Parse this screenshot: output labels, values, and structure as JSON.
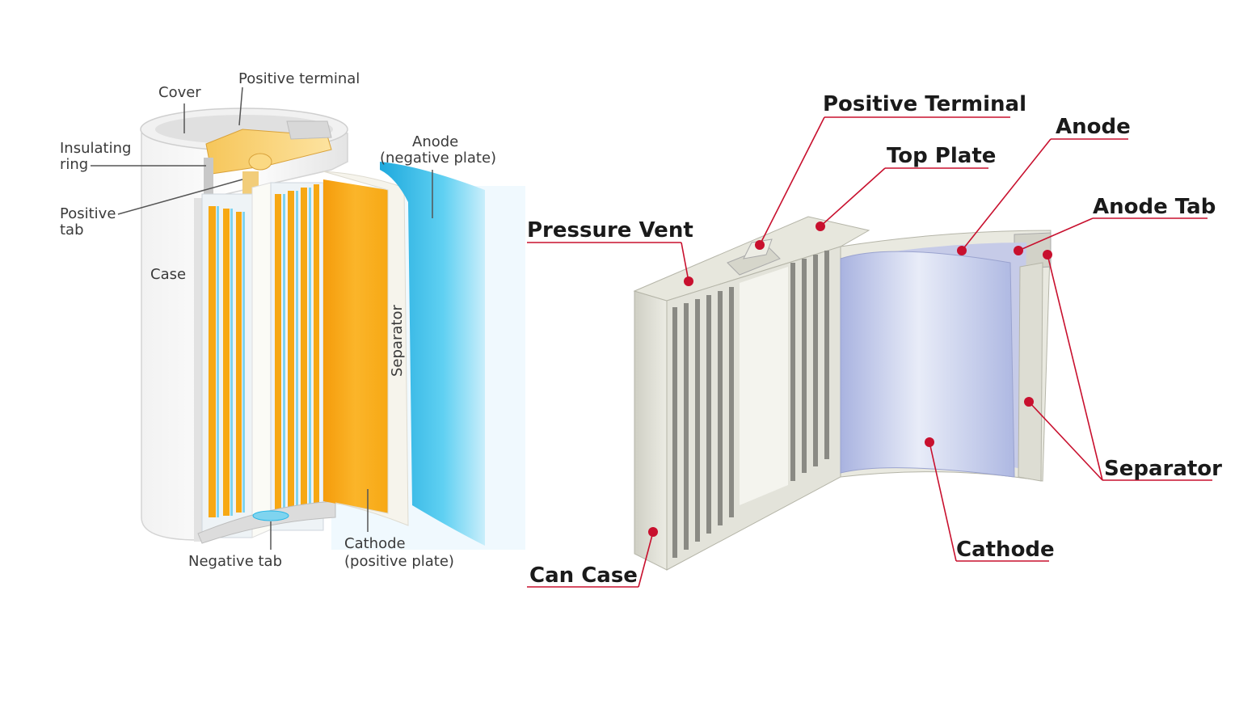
{
  "cylindrical_cell": {
    "labels": {
      "cover": "Cover",
      "positive_terminal": "Positive terminal",
      "insulating_ring_line1": "Insulating",
      "insulating_ring_line2": "ring",
      "positive_tab_line1": "Positive",
      "positive_tab_line2": "tab",
      "case": "Case",
      "anode_line1": "Anode",
      "anode_line2": "(negative plate)",
      "separator": "Separator",
      "cathode_line1": "Cathode",
      "cathode_line2": "(positive plate)",
      "negative_tab": "Negative tab"
    },
    "colors": {
      "cathode": "#f7a814",
      "anode": "#29b6e6",
      "case": "#eeeeee",
      "separator": "#f4f2ea"
    }
  },
  "prismatic_cell": {
    "labels": {
      "positive_terminal": "Positive Terminal",
      "anode": "Anode",
      "top_plate": "Top Plate",
      "pressure_vent": "Pressure Vent",
      "anode_tab": "Anode Tab",
      "separator": "Separator",
      "cathode": "Cathode",
      "can_case": "Can Case"
    },
    "colors": {
      "leader": "#c8102e",
      "can": "#ddddd2",
      "cathode_sheet": "#b9c3e6"
    }
  }
}
